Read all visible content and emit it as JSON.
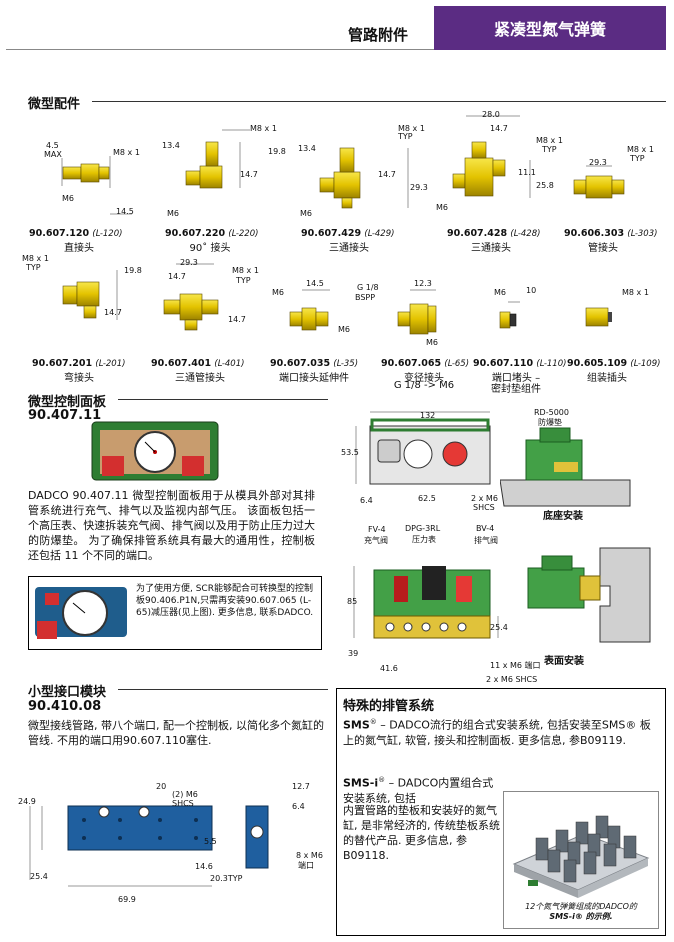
{
  "header": {
    "section": "管路附件",
    "banner": "紧凑型氮气弹簧",
    "banner_color": "#5b2c83"
  },
  "micro_fittings": {
    "title": "微型配件",
    "items": [
      {
        "code": "90.607.120",
        "ref": "(L-120)",
        "name": "直接头"
      },
      {
        "code": "90.607.220",
        "ref": "(L-220)",
        "name": "90˚ 接头"
      },
      {
        "code": "90.607.429",
        "ref": "(L-429)",
        "name": "三通接头"
      },
      {
        "code": "90.607.428",
        "ref": "(L-428)",
        "name": "三通接头"
      },
      {
        "code": "90.606.303",
        "ref": "(L-303)",
        "name": "管接头"
      },
      {
        "code": "90.607.201",
        "ref": "(L-201)",
        "name": "弯接头"
      },
      {
        "code": "90.607.401",
        "ref": "(L-401)",
        "name": "三通管接头"
      },
      {
        "code": "90.607.035",
        "ref": "(L-35)",
        "name": "端口接头延伸件"
      },
      {
        "code": "90.607.065",
        "ref": "(L-65)",
        "name": "变径接头",
        "name2": "G 1/8 -> M6"
      },
      {
        "code": "90.607.110",
        "ref": "(L-110)",
        "name": "端口堵头 –",
        "name2": "密封垫组件"
      },
      {
        "code": "90.605.109",
        "ref": "(L-109)",
        "name": "组装插头"
      }
    ],
    "dims": {
      "d1": [
        "4.5",
        "MAX",
        "M8 x 1",
        "M6",
        "14.5"
      ],
      "d2": [
        "M8 x 1",
        "13.4",
        "19.8",
        "14.7",
        "M6"
      ],
      "d3": [
        "M8 x 1",
        "TYP",
        "13.4",
        "14.7",
        "29.3",
        "M6"
      ],
      "d4": [
        "28.0",
        "14.7",
        "M8 x 1",
        "TYP",
        "11.1",
        "25.8",
        "M6"
      ],
      "d5": [
        "M8 x 1",
        "TYP",
        "29.3"
      ],
      "d6": [
        "M8 x 1",
        "TYP",
        "19.8",
        "14.7"
      ],
      "d7": [
        "29.3",
        "14.7",
        "M8 x 1",
        "TYP",
        "14.7"
      ],
      "d8": [
        "M6",
        "14.5",
        "M6"
      ],
      "d9": [
        "G 1/8",
        "BSPP",
        "12.3",
        "M6"
      ],
      "d10": [
        "M6",
        "10"
      ],
      "d11": [
        "M8 x 1"
      ]
    }
  },
  "control_panel": {
    "title": "微型控制面板",
    "code": "90.407.11",
    "description": "DADCO 90.407.11 微型控制面板用于从模具外部对其排管系统进行充气、排气以及监视内部气压。 该面板包括一个高压表、快速拆装充气阀、排气阀以及用于防止压力过大的防爆垫。 为了确保排管系统具有最大的通用性，控制板还包括 11 个不同的端口。",
    "note": "为了使用方便, SCR能够配合可转换型的控制板90.406.P1N,只需再安装90.607.065 (L-65)减压器(见上图). 更多信息, 联系DADCO.",
    "dims": {
      "width": "132",
      "height": "53.5",
      "d1": "6.4",
      "d2": "62.5",
      "screw": "2 x M6",
      "screw2": "SHCS",
      "h2": "85",
      "d3": "25.4",
      "d4": "39",
      "d5": "41.6",
      "ports": "11 x M6 端口",
      "screws": "2 x M6 SHCS"
    },
    "labels": {
      "rd": "RD-5000",
      "rd_cn": "防爆垫",
      "base_mount": "底座安装",
      "fv": "FV-4",
      "fv_cn": "充气阀",
      "dpg": "DPG-3RL",
      "dpg_cn": "压力表",
      "bv": "BV-4",
      "bv_cn": "排气阀",
      "surface_mount": "表面安装"
    }
  },
  "small_module": {
    "title": "小型接口模块",
    "code": "90.410.08",
    "description": "微型接线管路, 带八个端口, 配一个控制板, 以简化多个氮缸的管线. 不用的端口用90.607.110塞住.",
    "dims": {
      "d20": "20",
      "shcs": "(2) M6",
      "shcs2": "SHCS",
      "d249": "24.9",
      "d55": "5.5",
      "d254": "25.4",
      "d146": "14.6",
      "d203": "20.3TYP",
      "d699": "69.9",
      "d127": "12.7",
      "d64": "6.4",
      "ports": "8 x M6",
      "ports2": "端口"
    }
  },
  "special": {
    "title": "特殊的排管系统",
    "sms_label": "SMS",
    "sms_text": "– DADCO流行的组合式安装系统, 包括安装至SMS® 板上的氮气缸, 软管, 接头和控制面板. 更多信息, 参B09119.",
    "smsi_label": "SMS-i",
    "smsi_text1": "– DADCO内置组合式安装系统, 包括",
    "smsi_text2": "内置管路的垫板和安装好的氮气缸, 是非常经济的, 传统垫板系统的替代产品. 更多信息, 参B09118.",
    "caption": "12个氮气弹簧组成的DADCO的",
    "caption2": "SMS-i® 的示例."
  }
}
